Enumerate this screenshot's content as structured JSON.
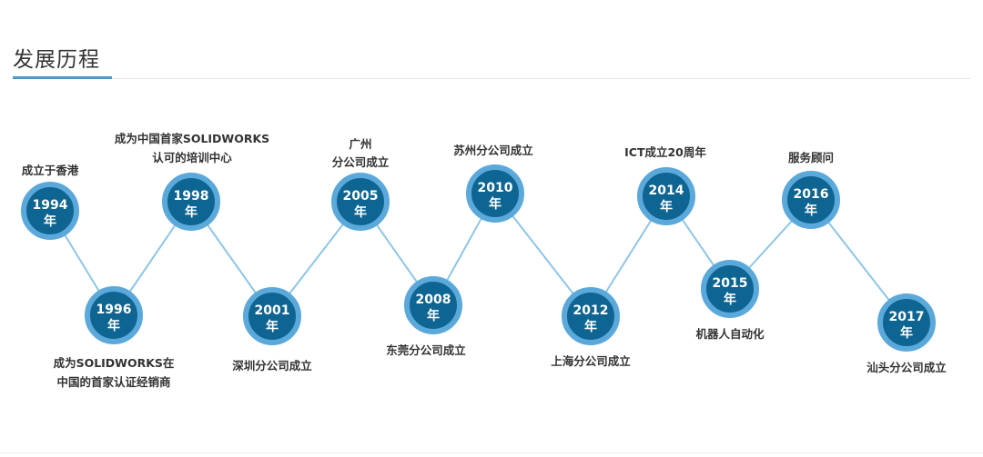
{
  "header": {
    "title": "发展历程"
  },
  "colors": {
    "node_fill": "#0f6592",
    "node_ring": "#5ba9da",
    "node_text": "#ffffff",
    "line": "#8ec5e6",
    "caption": "#333333"
  },
  "milestones": [
    {
      "year": "1994",
      "unit": "年",
      "caption": [
        "成立于香港"
      ]
    },
    {
      "year": "1996",
      "unit": "年",
      "caption": [
        "成为SOLIDWORKS在",
        "中国的首家认证经销商"
      ]
    },
    {
      "year": "1998",
      "unit": "年",
      "caption": [
        "成为中国首家SOLIDWORKS",
        "认可的培训中心"
      ]
    },
    {
      "year": "2001",
      "unit": "年",
      "caption": [
        "深圳分公司成立"
      ]
    },
    {
      "year": "2005",
      "unit": "年",
      "caption": [
        "广州",
        "分公司成立"
      ]
    },
    {
      "year": "2008",
      "unit": "年",
      "caption": [
        "东莞分公司成立"
      ]
    },
    {
      "year": "2010",
      "unit": "年",
      "caption": [
        "苏州分公司成立"
      ]
    },
    {
      "year": "2012",
      "unit": "年",
      "caption": [
        "上海分公司成立"
      ]
    },
    {
      "year": "2014",
      "unit": "年",
      "caption": [
        "ICT成立20周年"
      ]
    },
    {
      "year": "2015",
      "unit": "年",
      "caption": [
        "机器人自动化"
      ]
    },
    {
      "year": "2016",
      "unit": "年",
      "caption": [
        "服务顾问"
      ]
    },
    {
      "year": "2017",
      "unit": "年",
      "caption": [
        "汕头分公司成立"
      ]
    }
  ]
}
